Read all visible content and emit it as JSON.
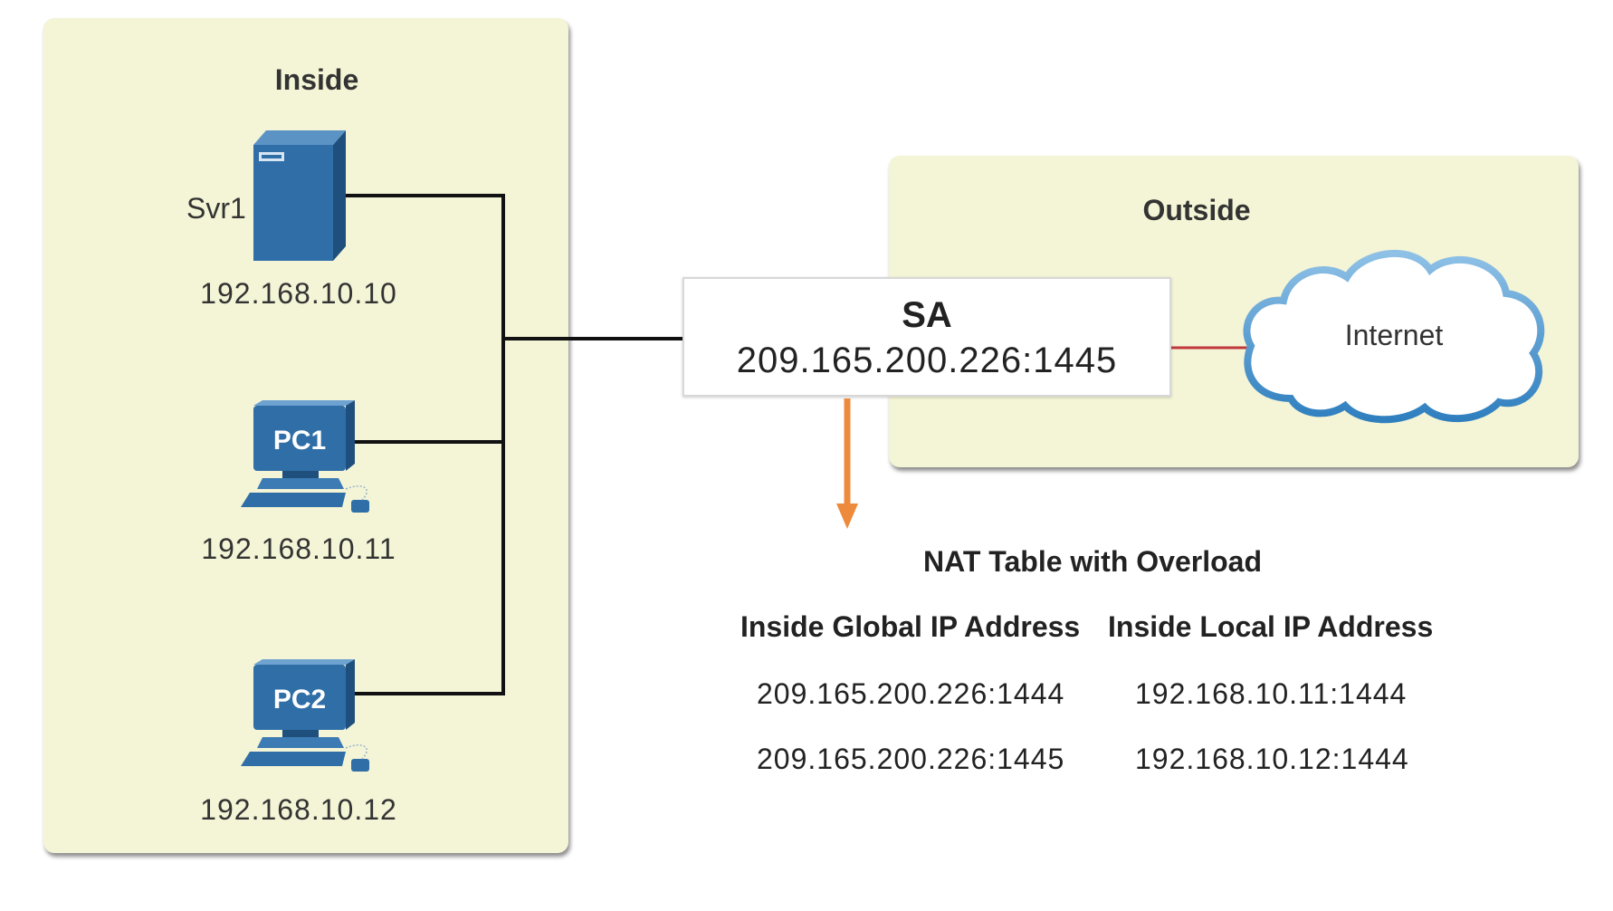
{
  "zones": {
    "inside": {
      "title": "Inside"
    },
    "outside": {
      "title": "Outside"
    }
  },
  "devices": {
    "server": {
      "name": "Svr1",
      "ip": "192.168.10.10"
    },
    "pc1": {
      "name": "PC1",
      "ip": "192.168.10.11"
    },
    "pc2": {
      "name": "PC2",
      "ip": "192.168.10.12"
    }
  },
  "packet": {
    "title": "SA",
    "address": "209.165.200.226:1445"
  },
  "internet": {
    "label": "Internet"
  },
  "nat_table": {
    "title": "NAT Table with Overload",
    "headers": [
      "Inside Global IP Address",
      "Inside Local IP Address"
    ],
    "rows": [
      [
        "209.165.200.226:1444",
        "192.168.10.11:1444"
      ],
      [
        "209.165.200.226:1445",
        "192.168.10.12:1444"
      ]
    ]
  },
  "colors": {
    "zone_fill": "#f4f4d6",
    "device_blue": "#2f6ea6",
    "link_red": "#c0383c",
    "arrow_orange": "#ee8a3c"
  }
}
